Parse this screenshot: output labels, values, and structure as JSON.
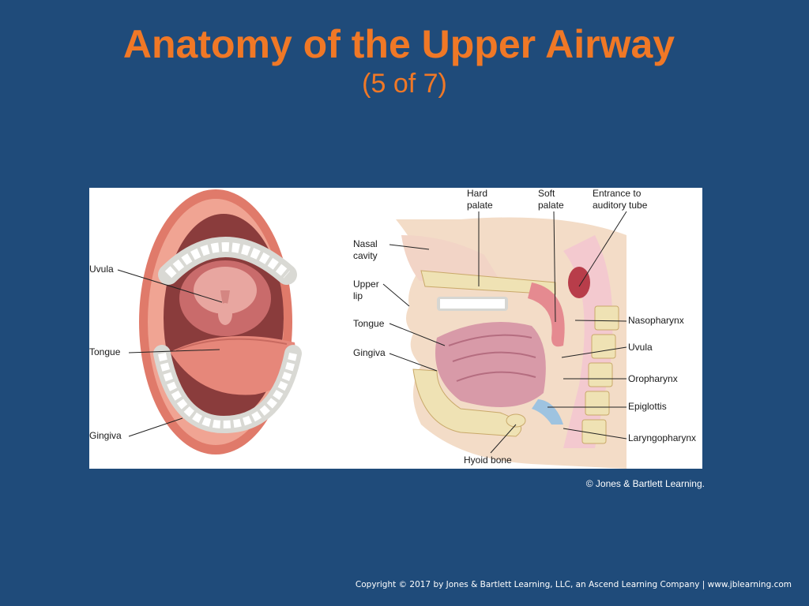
{
  "slide": {
    "title": "Anatomy of the Upper Airway",
    "subtitle": "(5 of 7)",
    "credit": "© Jones & Bartlett Learning.",
    "copyright": "Copyright © 2017 by Jones & Bartlett Learning, LLC, an Ascend Learning Company  |  www.jblearning.com"
  },
  "figure": {
    "mouth_labels": {
      "uvula": "Uvula",
      "tongue": "Tongue",
      "gingiva": "Gingiva"
    },
    "section_labels": {
      "hard_palate": "Hard\npalate",
      "soft_palate": "Soft\npalate",
      "entrance_auditory": "Entrance to\nauditory tube",
      "nasal_cavity": "Nasal\ncavity",
      "upper_lip": "Upper\nlip",
      "tongue": "Tongue",
      "gingiva": "Gingiva",
      "nasopharynx": "Nasopharynx",
      "uvula": "Uvula",
      "oropharynx": "Oropharynx",
      "epiglottis": "Epiglottis",
      "laryngopharynx": "Laryngopharynx",
      "hyoid_bone": "Hyoid bone"
    }
  }
}
